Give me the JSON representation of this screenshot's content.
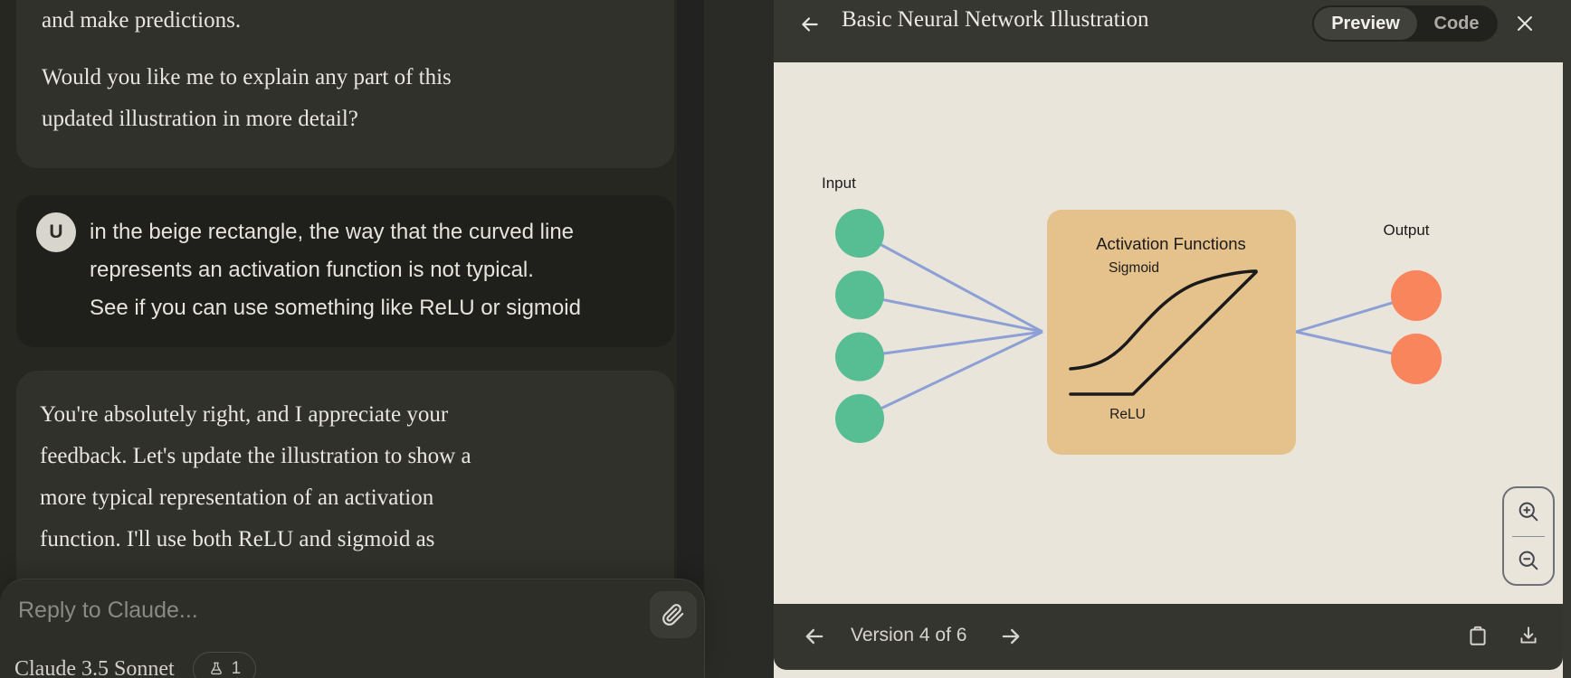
{
  "chat": {
    "assistant_message_top": {
      "paragraph1": "and make predictions.",
      "paragraph2": "Would you like me to explain any part of this\nupdated illustration in more detail?"
    },
    "user_message": {
      "avatar_letter": "U",
      "text": "in the beige rectangle, the way that the curved line\nrepresents an activation function is not typical.\nSee if you can use something like ReLU or sigmoid"
    },
    "assistant_message_bottom": {
      "text": "You're absolutely right, and I appreciate your\nfeedback. Let's update the illustration to show a\nmore typical representation of an activation\nfunction. I'll use both ReLU and sigmoid as"
    },
    "composer": {
      "placeholder": "Reply to Claude...",
      "model_name": "Claude 3.5 Sonnet",
      "artifact_badge_count": "1"
    }
  },
  "artifact": {
    "header": {
      "title": "Basic Neural Network Illustration",
      "tabs": [
        {
          "label": "Preview",
          "active": true
        },
        {
          "label": "Code",
          "active": false
        }
      ]
    },
    "footer": {
      "version_label": "Version 4 of 6"
    },
    "diagram": {
      "input_label": "Input",
      "output_label": "Output",
      "box_title": "Activation Functions",
      "sigmoid_label": "Sigmoid",
      "relu_label": "ReLU",
      "input_node_count": 4,
      "output_node_count": 2,
      "colors": {
        "input_node": "#57bd93",
        "output_node": "#f9855d",
        "connection": "#8da0d6",
        "box_fill": "#e5c28b",
        "curve_stroke": "#1a1a1a",
        "canvas_bg": "#eae5da",
        "label_text": "#1b1b1b"
      }
    }
  }
}
